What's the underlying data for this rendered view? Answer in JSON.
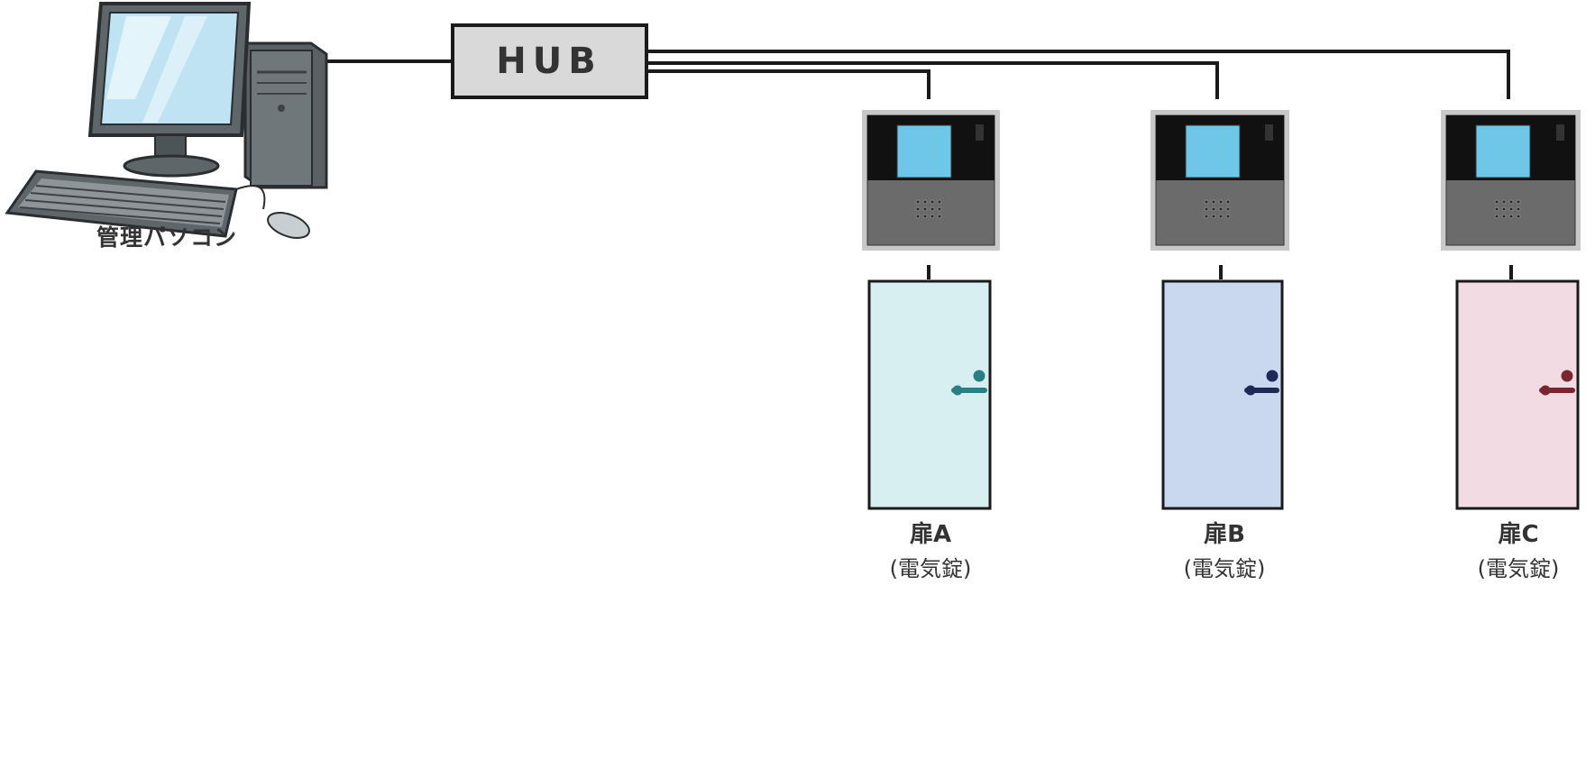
{
  "hub": {
    "label": "HUB"
  },
  "pc": {
    "label": "管理パソコン"
  },
  "doors": [
    {
      "name": "扉A",
      "lock": "(電気錠)",
      "color": "#d7eff1",
      "handle": "#2a7f86"
    },
    {
      "name": "扉B",
      "lock": "(電気錠)",
      "color": "#c9d8ee",
      "handle": "#1e2a55"
    },
    {
      "name": "扉C",
      "lock": "(電気錠)",
      "color": "#f2dbe3",
      "handle": "#7a2631"
    }
  ],
  "colors": {
    "line": "#1a1a1a",
    "hub_fill": "#d9d9d9",
    "terminal_screen": "#6fc7e8",
    "terminal_body": "#6b6b6b"
  }
}
